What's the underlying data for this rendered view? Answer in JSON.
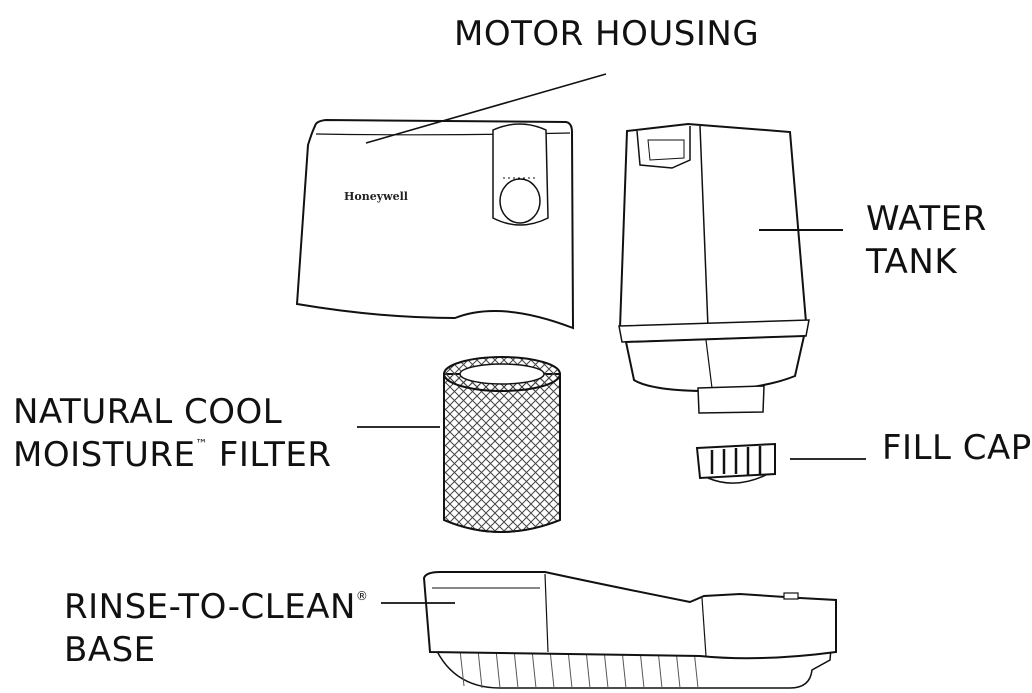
{
  "labels": {
    "motor_housing": "MOTOR HOUSING",
    "water_tank_line1": "WATER",
    "water_tank_line2": "TANK",
    "filter_line1": "NATURAL COOL",
    "filter_line2_a": "MOISTURE",
    "filter_line2_tm": "™",
    "filter_line2_b": " FILTER",
    "fill_cap": "FILL CAP",
    "base_line1_a": "RINSE-TO-CLEAN",
    "base_line1_reg": "®",
    "base_line2": "BASE"
  },
  "brand_logo_text": "Honeywell",
  "colors": {
    "line": "#111111",
    "text": "#111111",
    "background": "#ffffff"
  }
}
